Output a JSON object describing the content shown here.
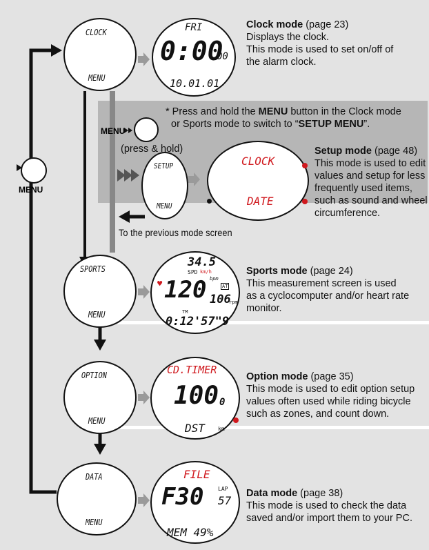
{
  "clock": {
    "btn_top": "CLOCK",
    "btn_bottom": "MENU",
    "screen_top": "FRI",
    "screen_time": "0:00",
    "screen_sec": "00",
    "screen_date": "10.01.01",
    "title": "Clock mode",
    "page": "(page 23)",
    "line1": "Displays the clock.",
    "line2": "This mode is used to set on/off of",
    "line3": "the alarm clock."
  },
  "setup_menu": {
    "note_prefix": "* Press and hold the",
    "note_menu": "MENU",
    "note_suffix": "button in the Clock mode",
    "note_line2_prefix": "or Sports mode to switch to “",
    "note_setup": "SETUP MENU",
    "note_line2_suffix": "”.",
    "menu_label": "MENU",
    "press_hold": "(press & hold)",
    "btn_top": "SETUP",
    "btn_bottom": "MENU",
    "screen_top": "CLOCK",
    "screen_bottom": "DATE",
    "back_label": "To the previous mode screen",
    "title": "Setup mode",
    "page": "(page 48)",
    "line1": "This mode is used to edit",
    "line2": "values and setup for less",
    "line3": "frequently used items,",
    "line4": "such as sound and wheel",
    "line5": "circumference."
  },
  "left_menu_label": "MENU",
  "sports": {
    "btn_top": "SPORTS",
    "btn_bottom": "MENU",
    "speed": "34.5",
    "spd_label": "SPD",
    "kmh": "km/h",
    "bpm": "bpm",
    "heart": "120",
    "at": "AT",
    "cadence": "106",
    "rpm": "rpm",
    "tm": "TM",
    "time": "0:12'57\"9",
    "title": "Sports mode",
    "page": "(page 24)",
    "line1": "This measurement screen is used",
    "line2": "as a cyclocomputer and/or heart rate",
    "line3": "monitor."
  },
  "option": {
    "btn_top": "OPTION",
    "btn_bottom": "MENU",
    "screen_top": "CD.TIMER",
    "screen_value": "100",
    "screen_dec": "0",
    "screen_bottom": "DST",
    "unit": "km",
    "title": "Option mode",
    "page": "(page 35)",
    "line1": "This mode is used to edit option setup",
    "line2": "values often used while riding bicycle",
    "line3": "such as zones, and count down."
  },
  "data": {
    "btn_top": "DATA",
    "btn_bottom": "MENU",
    "screen_top": "FILE",
    "screen_file": "F30",
    "lap_label": "LAP",
    "lap_value": "57",
    "screen_bottom": "MEM 49%",
    "title": "Data mode",
    "page": "(page 38)",
    "line1": "This mode is used to check the data",
    "line2": "saved and/or import them to your PC."
  }
}
